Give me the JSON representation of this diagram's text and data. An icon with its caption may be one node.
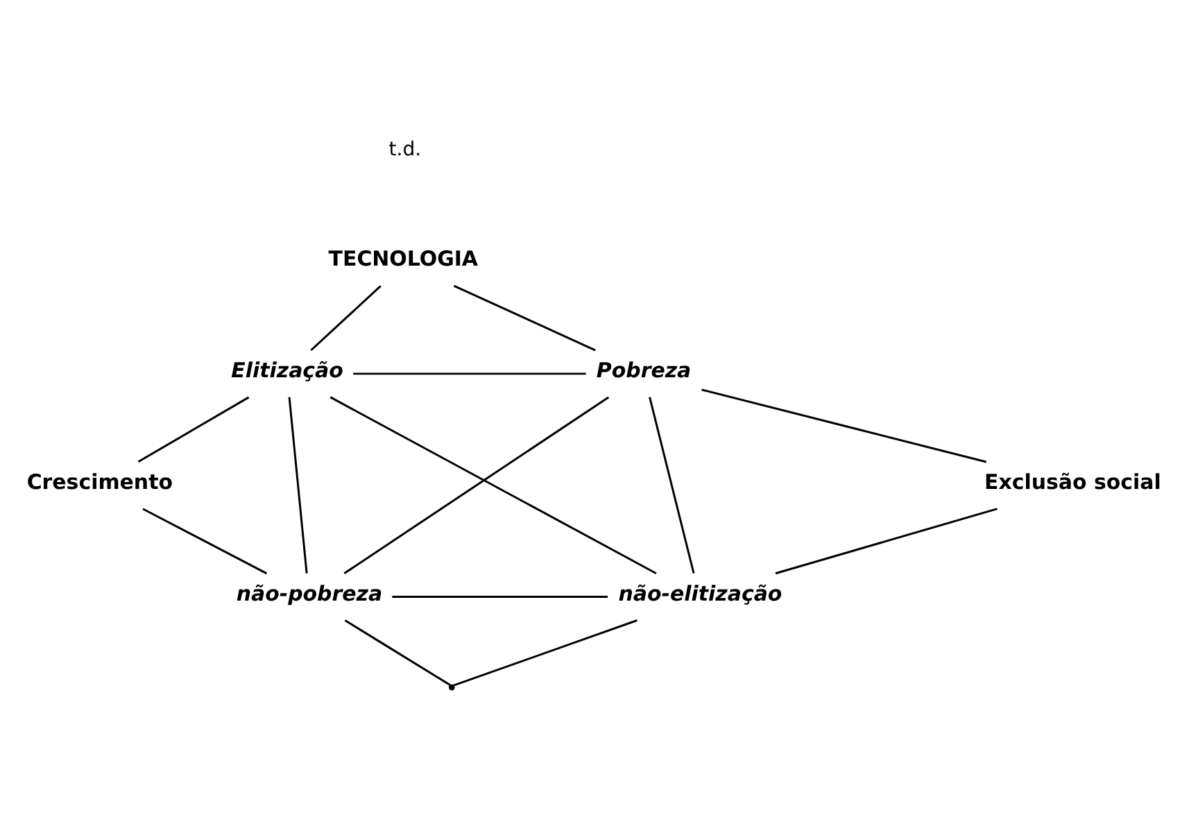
{
  "diagram": {
    "nodes": [
      {
        "text": [
          "TECNOLOGIA"
        ]
      },
      {
        "text": [
          "Elitização"
        ]
      },
      {
        "text": [
          "Pobreza"
        ]
      },
      {
        "text": [
          "Crescimento"
        ]
      },
      {
        "text": [
          "Exclusão social"
        ]
      },
      {
        "text": [
          "não-pobreza"
        ]
      },
      {
        "text": [
          "não-elitização"
        ]
      },
      {
        "text": [],
        "shape": "point"
      }
    ],
    "edges": [
      {
        "from": 0,
        "to": 1,
        "arrow": "none"
      },
      {
        "from": 0,
        "to": 2,
        "arrow": "none"
      },
      {
        "from": 1,
        "to": 2,
        "arrow": "none"
      },
      {
        "from": 1,
        "to": 3,
        "arrow": "none"
      },
      {
        "from": 3,
        "to": 5,
        "arrow": "none"
      },
      {
        "from": 1,
        "to": 5,
        "arrow": "none"
      },
      {
        "from": 1,
        "to": 6,
        "arrow": "none"
      },
      {
        "from": 2,
        "to": 5,
        "arrow": "none"
      },
      {
        "from": 2,
        "to": 6,
        "arrow": "none"
      },
      {
        "from": 2,
        "to": 4,
        "arrow": "none"
      },
      {
        "from": 4,
        "to": 6,
        "arrow": "none"
      },
      {
        "from": 5,
        "to": 6,
        "arrow": "none"
      },
      {
        "from": 5,
        "to": 7,
        "arrow": "none"
      },
      {
        "from": 6,
        "to": 7,
        "arrow": "none"
      }
    ],
    "labels": [
      "t.d."
    ]
  }
}
